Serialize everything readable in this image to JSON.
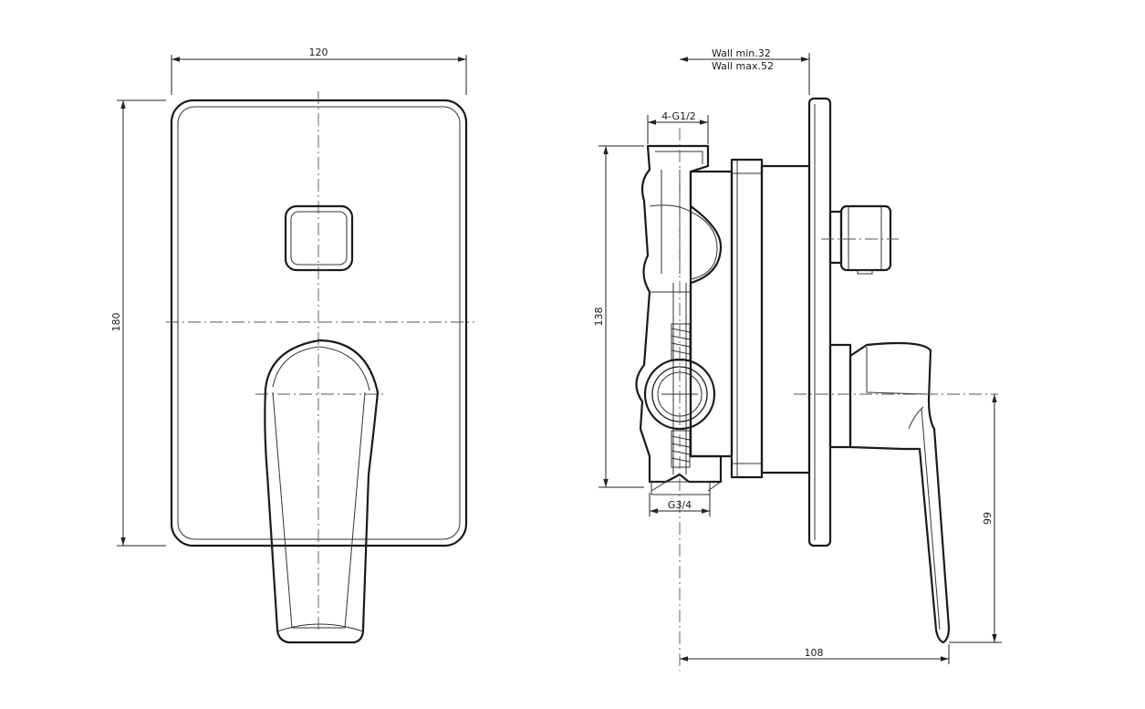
{
  "front_view": {
    "width_label": "120",
    "height_label": "180"
  },
  "side_view": {
    "wall_min_label": "Wall min.32",
    "wall_max_label": "Wall max.52",
    "inlet_thread_label": "4-G1/2",
    "outlet_thread_label": "G3/4",
    "body_height_label": "138",
    "handle_drop_label": "99",
    "depth_label": "108"
  }
}
